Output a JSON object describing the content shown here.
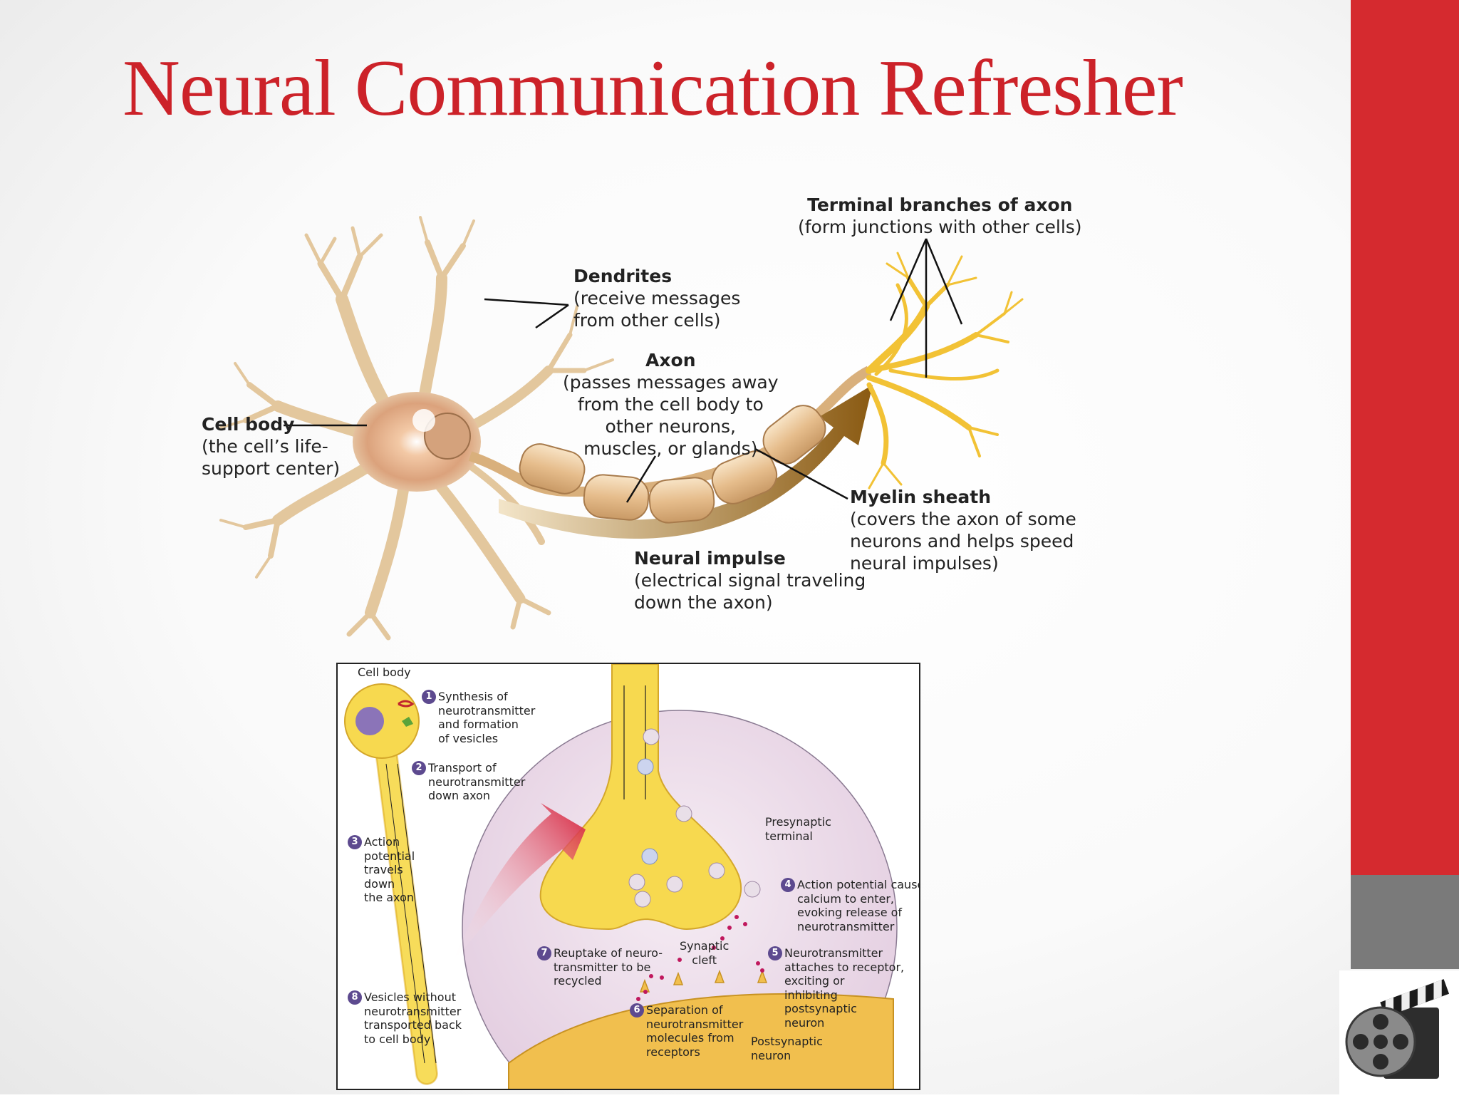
{
  "slide": {
    "title": "Neural Communication Refresher",
    "colors": {
      "title": "#cc2229",
      "sidebar_red": "#d52a2f",
      "sidebar_gray": "#7a7a7a"
    },
    "video_icon": "film-reel-clapperboard-icon"
  },
  "neuron": {
    "dendrites": {
      "title": "Dendrites",
      "lines": [
        "(receive messages",
        "from other cells)"
      ]
    },
    "axon": {
      "title": "Axon",
      "lines": [
        "(passes messages away",
        "from the cell body to",
        "other neurons,",
        "muscles, or glands)"
      ]
    },
    "cell_body": {
      "title": "Cell body",
      "lines": [
        "(the cell’s life-",
        "support center)"
      ]
    },
    "terminal": {
      "title": "Terminal branches of axon",
      "lines": [
        "(form junctions with other cells)"
      ]
    },
    "myelin": {
      "title": "Myelin sheath",
      "lines": [
        "(covers the axon of some",
        "neurons and helps speed",
        "neural impulses)"
      ]
    },
    "impulse": {
      "title": "Neural impulse",
      "lines": [
        "(electrical signal traveling",
        "down the axon)"
      ]
    }
  },
  "synapse": {
    "cell_body_label": "Cell body",
    "steps": [
      {
        "n": "1",
        "lines": [
          "Synthesis of",
          "neurotransmitter",
          "and formation",
          "of vesicles"
        ]
      },
      {
        "n": "2",
        "lines": [
          "Transport of",
          "neurotransmitter",
          "down axon"
        ]
      },
      {
        "n": "3",
        "lines": [
          "Action",
          "potential",
          "travels",
          "down",
          "the axon"
        ]
      },
      {
        "n": "4",
        "lines": [
          "Action potential causes",
          "calcium to enter,",
          "evoking release of",
          "neurotransmitter"
        ]
      },
      {
        "n": "5",
        "lines": [
          "Neurotransmitter",
          "attaches to receptor,",
          "exciting or",
          "inhibiting",
          "postsynaptic",
          "neuron"
        ]
      },
      {
        "n": "6",
        "lines": [
          "Separation of",
          "neurotransmitter",
          "molecules from",
          "receptors"
        ]
      },
      {
        "n": "7",
        "lines": [
          "Reuptake of neuro-",
          "transmitter to be",
          "recycled"
        ]
      },
      {
        "n": "8",
        "lines": [
          "Vesicles without",
          "neurotransmitter",
          "transported back",
          "to cell body"
        ]
      }
    ],
    "presynaptic": [
      "Presynaptic",
      "terminal"
    ],
    "cleft": [
      "Synaptic",
      "cleft"
    ],
    "postsynaptic": [
      "Postsynaptic",
      "neuron"
    ]
  }
}
